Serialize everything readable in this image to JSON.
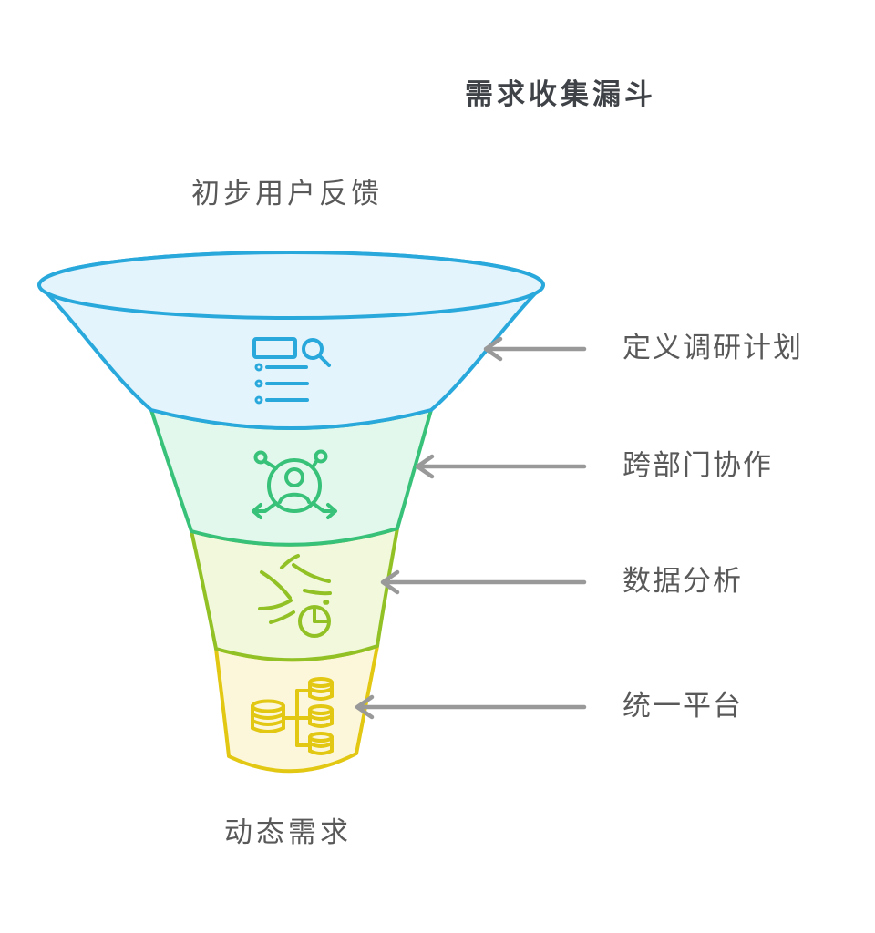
{
  "title": "需求收集漏斗",
  "funnel": {
    "top_label": "初步用户反馈",
    "bottom_label": "动态需求",
    "stages": [
      {
        "label": "定义调研计划",
        "icon": "survey-plan-icon",
        "fill": "#e4f4fc",
        "stroke": "#29a8dc"
      },
      {
        "label": "跨部门协作",
        "icon": "collaboration-icon",
        "fill": "#e2f8ec",
        "stroke": "#38c178"
      },
      {
        "label": "数据分析",
        "icon": "data-analysis-icon",
        "fill": "#f1f8dc",
        "stroke": "#92c126"
      },
      {
        "label": "统一平台",
        "icon": "database-platform-icon",
        "fill": "#fcf7da",
        "stroke": "#e2c713"
      }
    ]
  },
  "colors": {
    "arrow": "#999999",
    "title_text": "#3f4347",
    "label_text": "#595959",
    "background": "#ffffff"
  }
}
